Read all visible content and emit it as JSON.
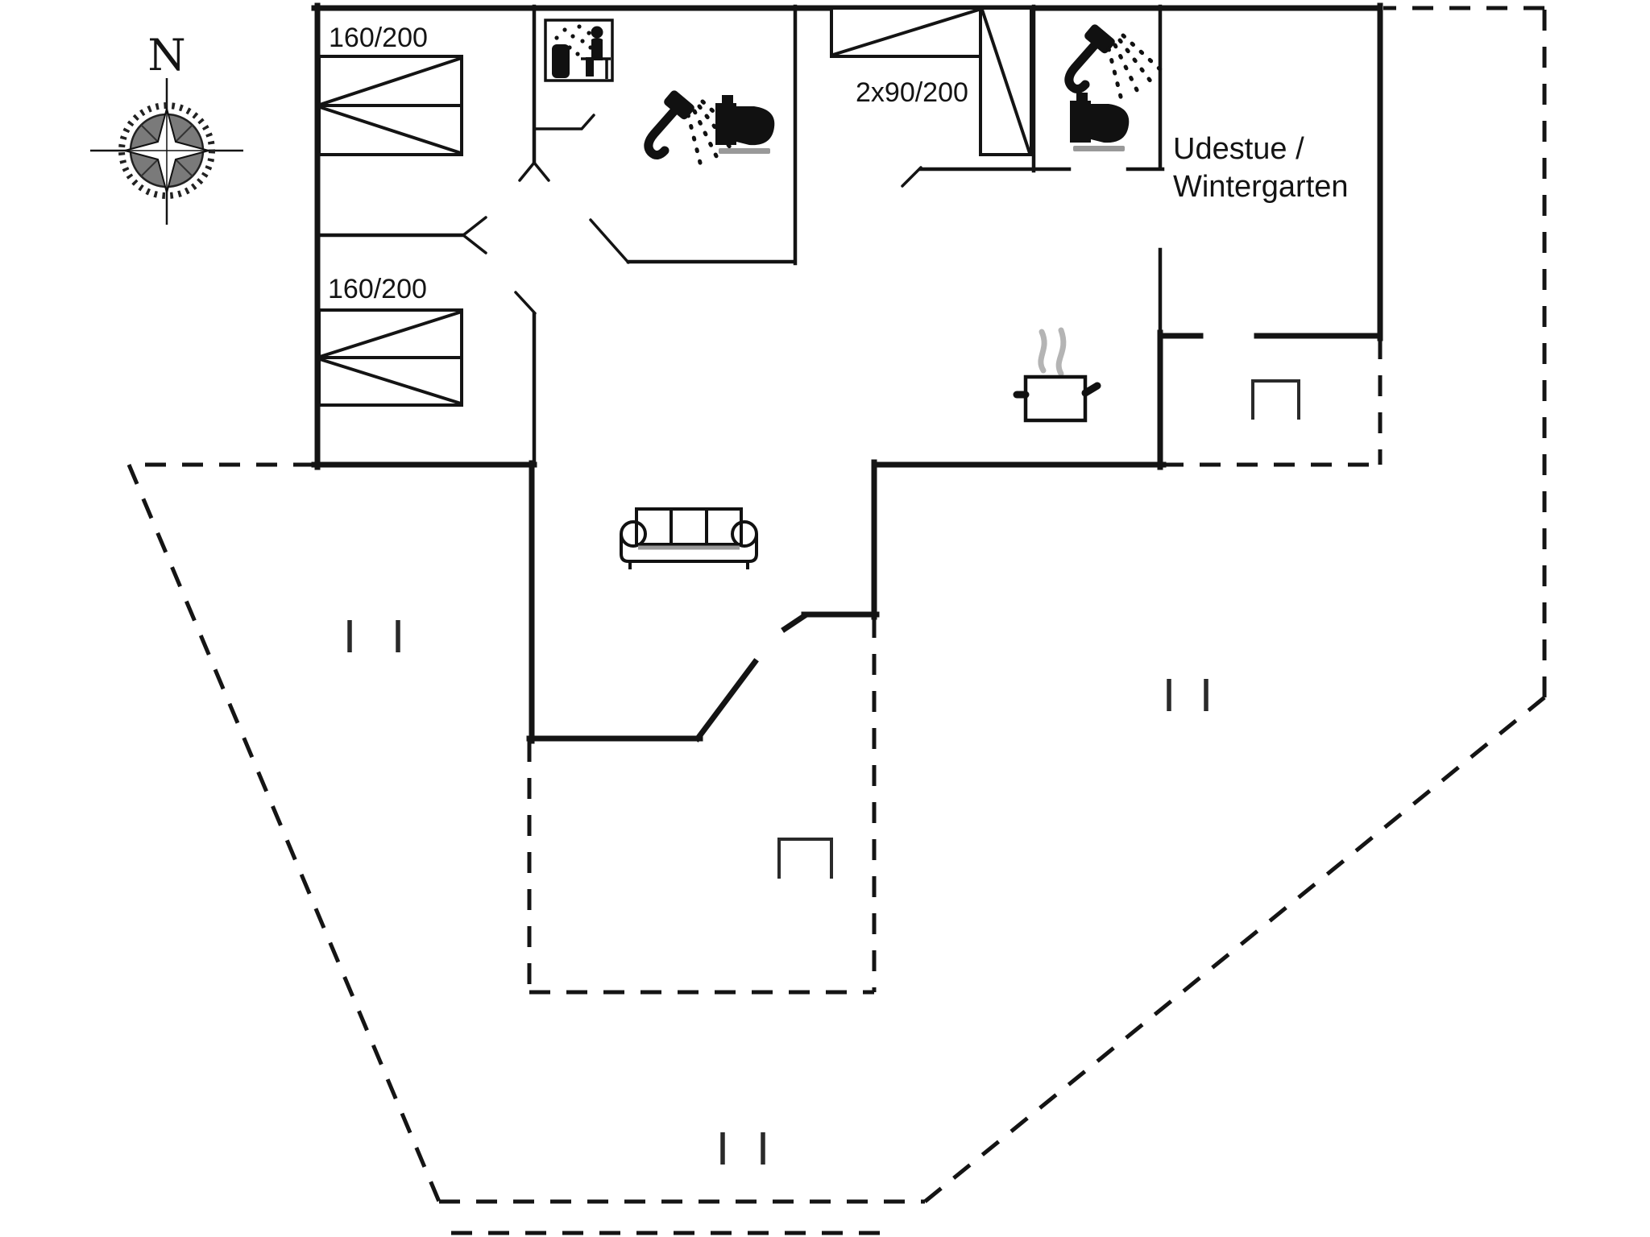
{
  "floor_plan": {
    "compass": {
      "north_label": "N"
    },
    "rooms": {
      "bedroom_top_left": {
        "bed_label": "160/200"
      },
      "bedroom_bottom_left": {
        "bed_label": "160/200"
      },
      "bedroom_middle": {
        "bed_label": "2x90/200"
      },
      "sunroom": {
        "name_line1": "Udestue /",
        "name_line2": "Wintergarten"
      }
    },
    "icons": {
      "sauna": "sauna-pictogram",
      "bathroom1_shower": "shower-icon",
      "bathroom1_toilet": "toilet-icon",
      "bathroom2_shower": "shower-icon",
      "bathroom2_toilet": "toilet-icon",
      "kitchen": "cooking-pot-icon",
      "living_room": "sofa-top-view",
      "compass": "compass-rose"
    },
    "colors": {
      "line": "#141414",
      "steam_gray": "#b4b4b4",
      "shadow_gray": "#999999",
      "background": "#ffffff"
    }
  }
}
